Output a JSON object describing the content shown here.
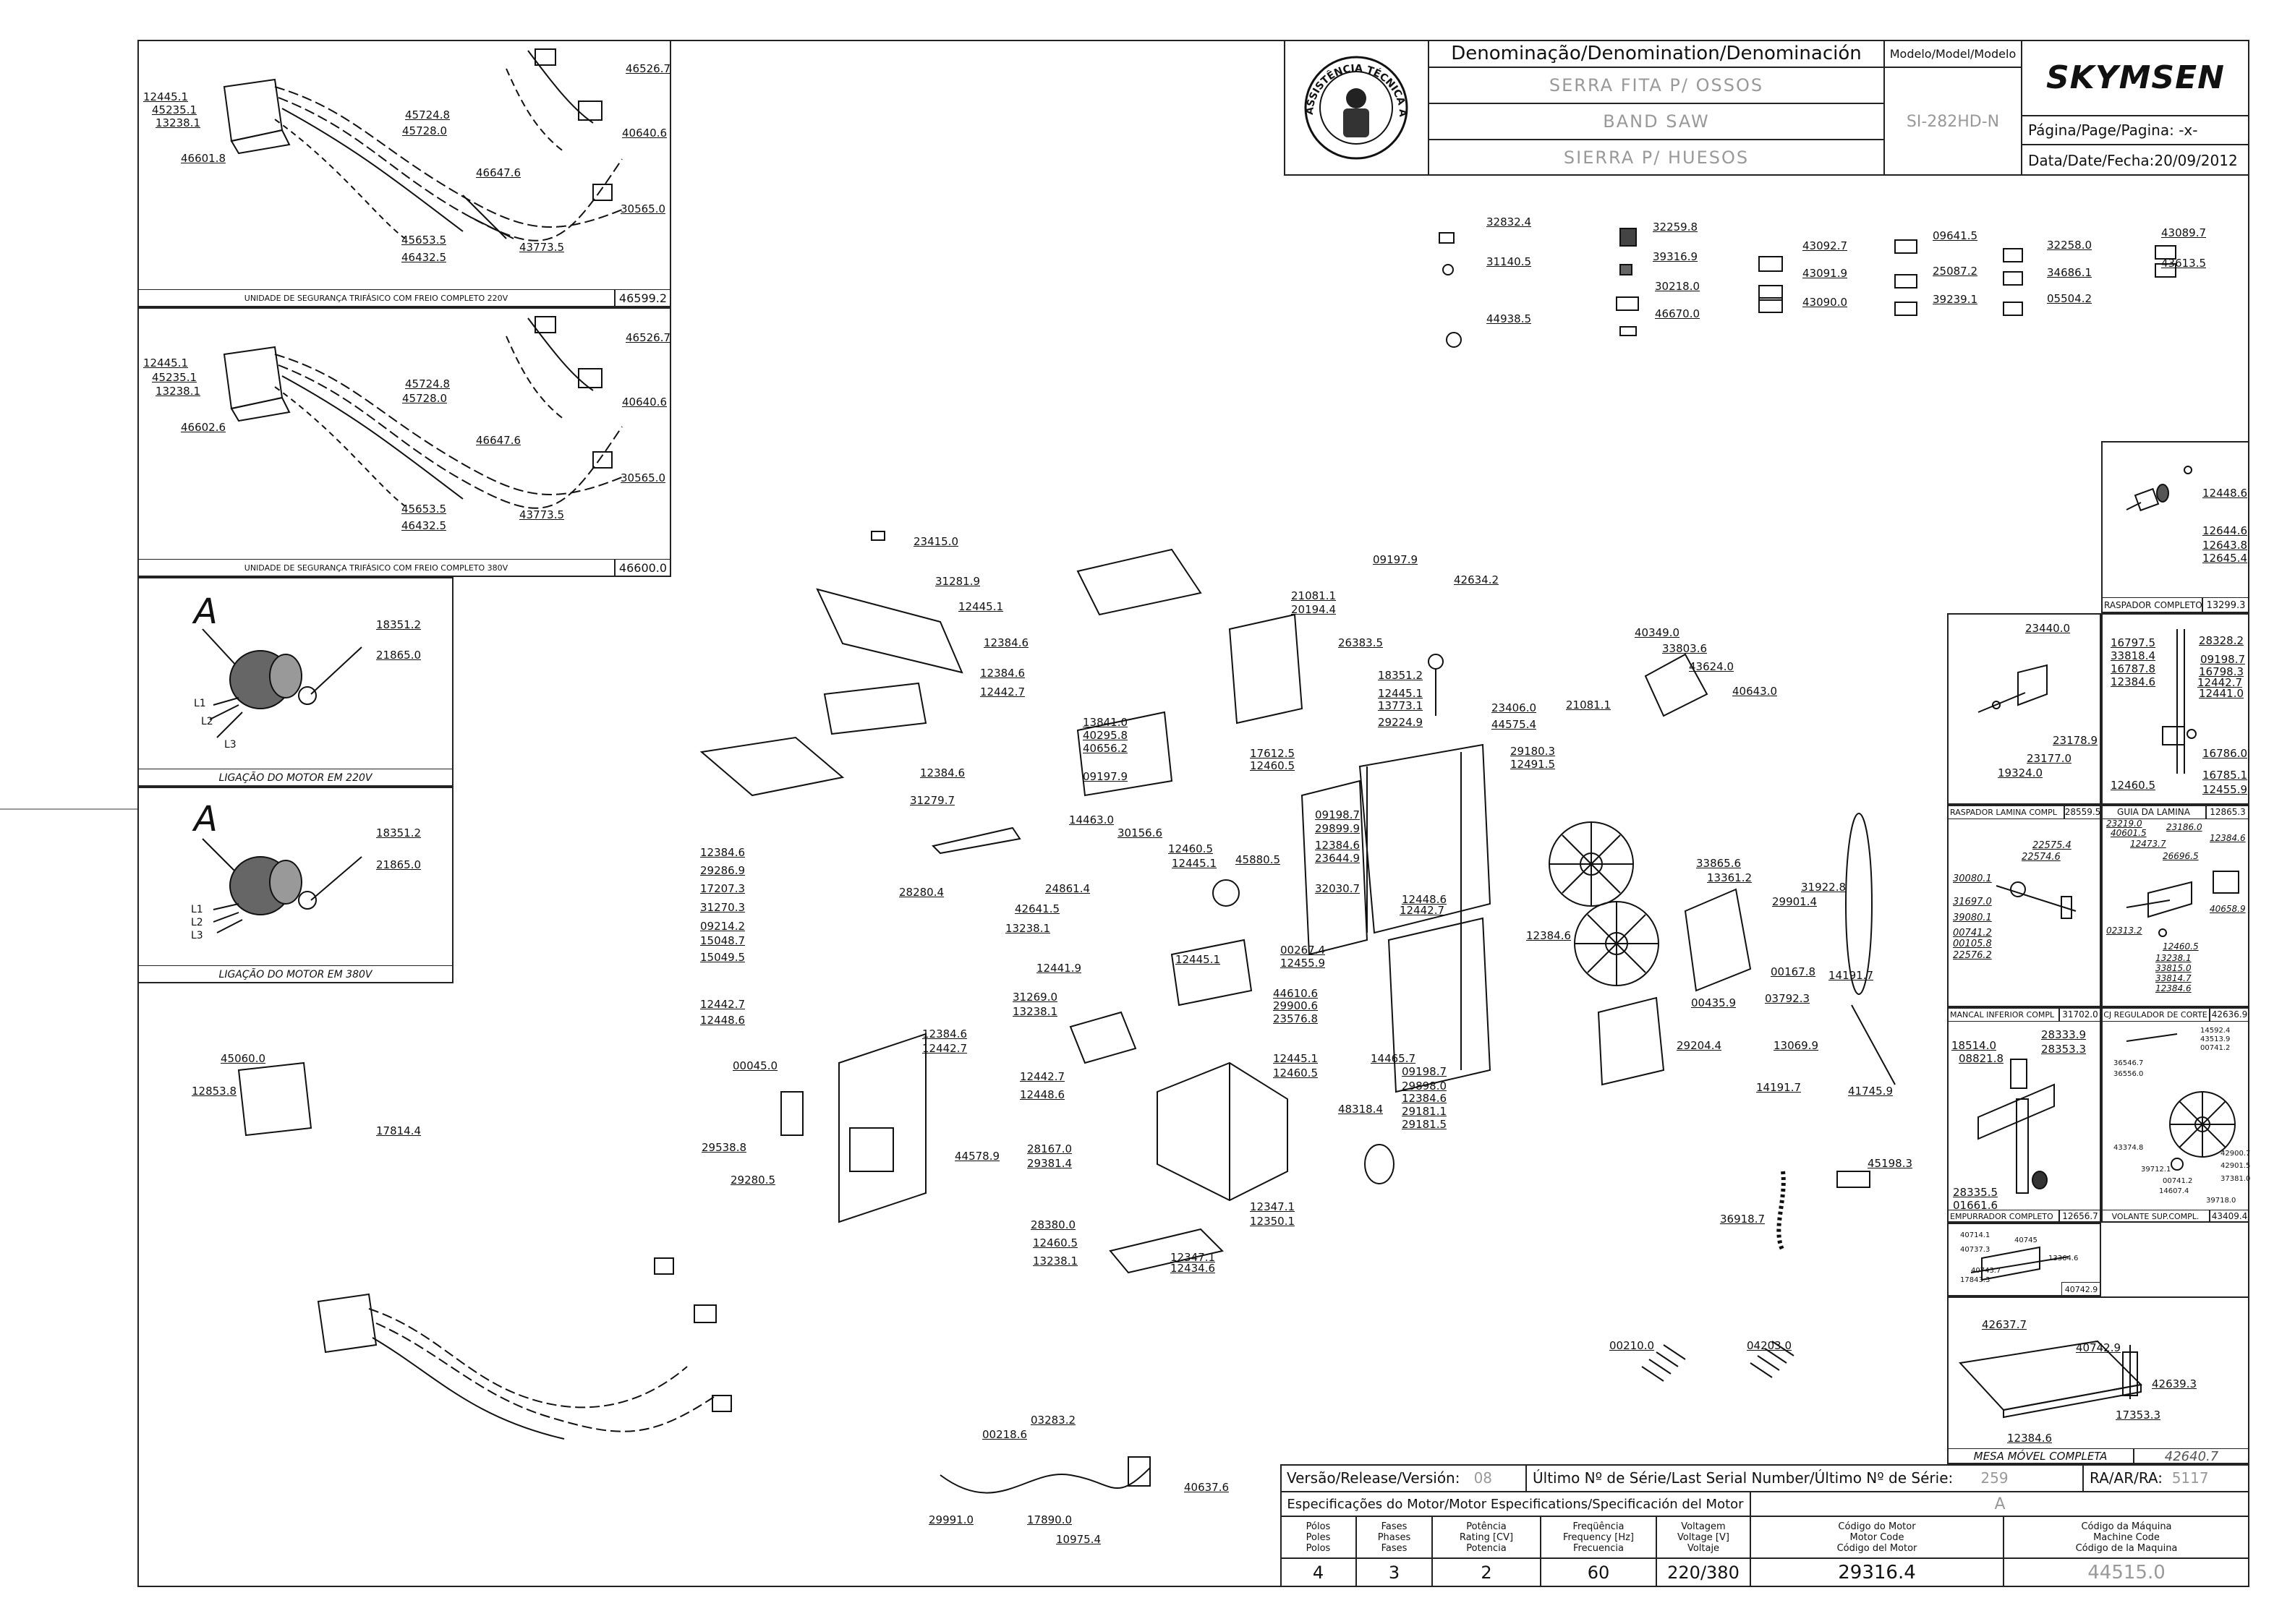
{
  "header": {
    "denomination_label": "Denominação/Denomination/Denominación",
    "name_pt": "SERRA FITA P/ OSSOS",
    "name_en": "BAND SAW",
    "name_es": "SIERRA P/ HUESOS",
    "model_label": "Modelo/Model/Modelo",
    "model_value": "SI-282HD-N",
    "brand": "SKYMSEN",
    "page_label": "Página/Page/Pagina:",
    "page_value": "-x-",
    "date_label": "Data/Date/Fecha:",
    "date_value": "20/09/2012",
    "seal_text": "ASSISTÊNCIA TÉCNICA AUTORIZADA"
  },
  "footer": {
    "version_label": "Versão/Release/Versión:",
    "version_value": "08",
    "last_serial_label": "Último Nº de Série/Last Serial Number/Último Nº de Série:",
    "last_serial_value": "259",
    "ra_label": "RA/AR/RA:",
    "ra_value": "5117",
    "motor_spec_label": "Especificações do Motor/Motor Especifications/Specificación del Motor",
    "motor_spec_code": "A",
    "columns": [
      {
        "h1": "Pólos",
        "h2": "Poles",
        "h3": "Polos",
        "value": "4"
      },
      {
        "h1": "Fases",
        "h2": "Phases",
        "h3": "Fases",
        "value": "3"
      },
      {
        "h1": "Potência",
        "h2": "Rating [CV]",
        "h3": "Potencia",
        "value": "2"
      },
      {
        "h1": "Freqüência",
        "h2": "Frequency [Hz]",
        "h3": "Frecuencia",
        "value": "60"
      },
      {
        "h1": "Voltagem",
        "h2": "Voltage [V]",
        "h3": "Voltaje",
        "value": "220/380"
      },
      {
        "h1": "Código do Motor",
        "h2": "Motor Code",
        "h3": "Código del Motor",
        "value": "29316.4"
      },
      {
        "h1": "Código da Máquina",
        "h2": "Machine Code",
        "h3": "Código de la Maquina",
        "value": "44515.0"
      }
    ]
  },
  "panels": {
    "safety_220": {
      "caption": "UNIDADE DE SEGURANÇA TRIFÁSICO COM FREIO COMPLETO 220V",
      "code": "46599.2",
      "labels": [
        "12445.1",
        "45235.1",
        "13238.1",
        "46601.8",
        "46526.7",
        "45724.8",
        "45728.0",
        "40640.6",
        "46647.6",
        "30565.0",
        "45653.5",
        "46432.5",
        "43773.5"
      ]
    },
    "safety_380": {
      "caption": "UNIDADE DE SEGURANÇA TRIFÁSICO COM FREIO COMPLETO 380V",
      "code": "46600.0",
      "labels": [
        "12445.1",
        "45235.1",
        "13238.1",
        "46602.6",
        "46526.7",
        "45724.8",
        "45728.0",
        "40640.6",
        "46647.6",
        "30565.0",
        "45653.5",
        "46432.5",
        "43773.5"
      ]
    },
    "motor_220": {
      "caption": "LIGAÇÃO DO MOTOR EM 220V",
      "letter": "A",
      "labels": [
        "18351.2",
        "21865.0",
        "L1",
        "L2",
        "L3"
      ]
    },
    "motor_380": {
      "caption": "LIGAÇÃO DO MOTOR EM 380V",
      "letter": "A",
      "labels": [
        "18351.2",
        "21865.0",
        "L1",
        "L2",
        "L3"
      ]
    },
    "raspador": {
      "caption": "RASPADOR COMPLETO",
      "code": "13299.3",
      "labels": [
        "12448.6",
        "12644.6",
        "12643.8",
        "12645.4"
      ]
    },
    "raspador_lamina": {
      "caption": "RASPADOR LAMINA COMPL",
      "code": "28559.5",
      "labels": [
        "23440.0",
        "23178.9",
        "23177.0",
        "19324.0",
        "30080.1",
        "22575.4",
        "22574.6",
        "31697.0",
        "39080.1",
        "00741.2",
        "00105.8",
        "22576.2"
      ]
    },
    "guia_lamina": {
      "caption": "GUIA DA LAMINA",
      "code": "12865.3",
      "labels": [
        "16797.5",
        "33818.4",
        "16787.8",
        "12384.6",
        "28328.2",
        "09198.7",
        "16798.3",
        "12442.7",
        "12441.0",
        "16786.0",
        "16785.1",
        "12455.9",
        "12460.5",
        "23219.0",
        "40601.5",
        "23186.0",
        "12473.7",
        "26696.5",
        "12384.6",
        "40658.9",
        "02313.2",
        "12460.5",
        "13238.1",
        "33815.0",
        "33814.7",
        "12384.6"
      ]
    },
    "mancal": {
      "caption": "MANCAL INFERIOR COMPL",
      "code": "31702.0",
      "labels": [
        "18514.0",
        "08821.8",
        "28333.9",
        "28353.3",
        "28335.5",
        "01661.6"
      ]
    },
    "regulador": {
      "caption": "CJ REGULADOR DE CORTE",
      "code": "42636.9",
      "labels": [
        "14592.4",
        "43513.9",
        "00741.2",
        "36546.7",
        "36556.0",
        "43374.8",
        "42900.7",
        "42901.5",
        "39712.1",
        "00741.2",
        "37381.0",
        "14607.4",
        "39718.0"
      ]
    },
    "empurrador": {
      "caption": "EMPURRADOR COMPLETO",
      "code": "12656.7"
    },
    "volante": {
      "caption": "VOLANTE SUP.COMPL.",
      "code": "43409.4"
    },
    "pin_40742": {
      "code": "40742.9",
      "labels": [
        "40714.1",
        "40745",
        "40737.3",
        "17843.3",
        "13364.6",
        "40743.7"
      ]
    },
    "mesa_movel": {
      "caption": "MESA MÓVEL COMPLETA",
      "code": "42640.7",
      "labels": [
        "42637.7",
        "40742.9",
        "42639.3",
        "17353.3",
        "12384.6"
      ]
    }
  },
  "small_parts": [
    "32832.4",
    "31140.5",
    "44938.5",
    "32259.8",
    "39316.9",
    "30218.0",
    "46670.0",
    "43092.7",
    "43091.9",
    "43090.0",
    "09641.5",
    "25087.2",
    "39239.1",
    "32258.0",
    "34686.1",
    "05504.2",
    "43089.7",
    "43613.5"
  ],
  "main_labels": [
    "23415.0",
    "31281.9",
    "12445.1",
    "12384.6",
    "12384.6",
    "12442.7",
    "12384.6",
    "31279.7",
    "28280.4",
    "13841.0",
    "40295.8",
    "40656.2",
    "09197.9",
    "14463.0",
    "30156.6",
    "12460.5",
    "12445.1",
    "24861.4",
    "42641.5",
    "13238.1",
    "12445.1",
    "12441.9",
    "12384.6",
    "29286.9",
    "17207.3",
    "31270.3",
    "09214.2",
    "15048.7",
    "15049.5",
    "12442.7",
    "12448.6",
    "31269.0",
    "13238.1",
    "12442.7",
    "12448.6",
    "12384.6",
    "12442.7",
    "00045.0",
    "29538.8",
    "29280.5",
    "44578.9",
    "28167.0",
    "29381.4",
    "28380.0",
    "12460.5",
    "13238.1",
    "12347.1",
    "12434.6",
    "12347.1",
    "12350.1",
    "12445.1",
    "12460.5",
    "44610.6",
    "29900.6",
    "23576.8",
    "00267.4",
    "12455.9",
    "45880.5",
    "48318.4",
    "14465.7",
    "09198.7",
    "29898.0",
    "12384.6",
    "29181.1",
    "29181.5",
    "09197.9",
    "42634.2",
    "21081.1",
    "20194.4",
    "26383.5",
    "18351.2",
    "12445.1",
    "13773.1",
    "29224.9",
    "17612.5",
    "12460.5",
    "09198.7",
    "29899.9",
    "12384.6",
    "23644.9",
    "32030.7",
    "12448.6",
    "12442.7",
    "23406.0",
    "44575.4",
    "29180.3",
    "12491.5",
    "40349.0",
    "33803.6",
    "43624.0",
    "40643.0",
    "21081.1",
    "33865.6",
    "13361.2",
    "29901.4",
    "31922.8",
    "12384.6",
    "00167.8",
    "00435.9",
    "03792.3",
    "14191.7",
    "29204.4",
    "13069.9",
    "14191.7",
    "41745.9",
    "45198.3",
    "36918.7",
    "45060.0",
    "12853.8",
    "17814.4",
    "00210.0",
    "04203.0",
    "00218.6",
    "03283.2",
    "40637.6",
    "29991.0",
    "17890.0",
    "10975.4"
  ]
}
